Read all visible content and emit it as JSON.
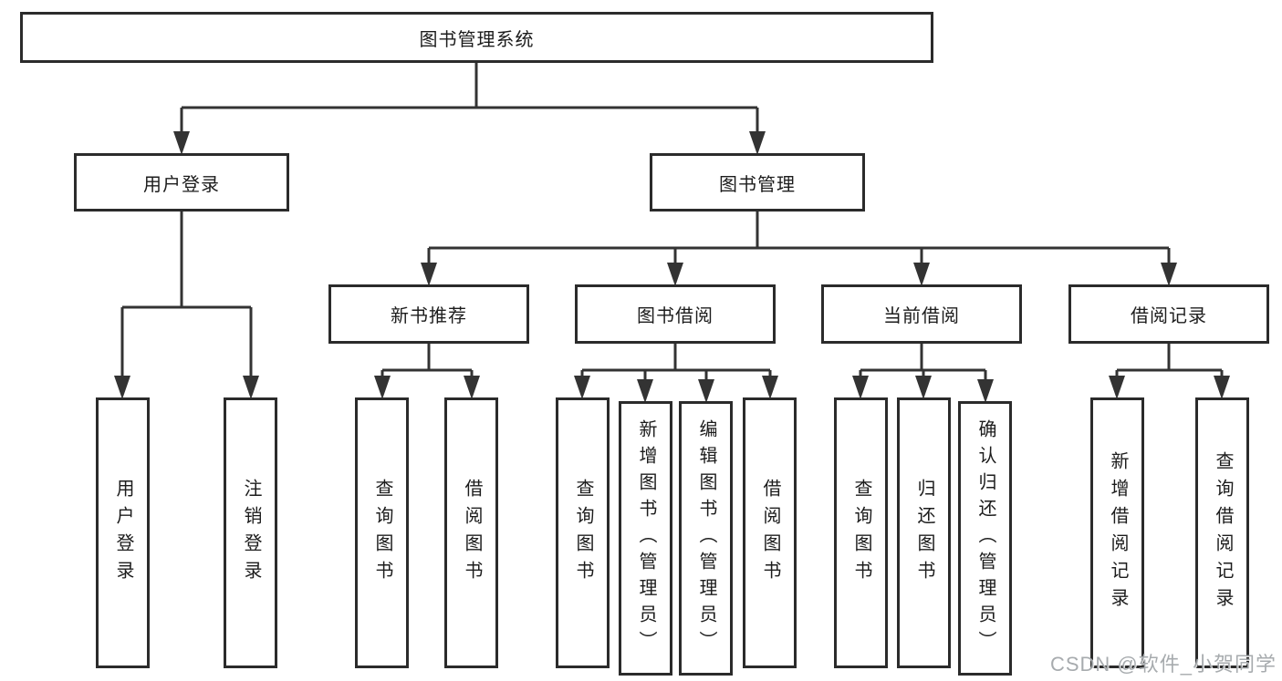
{
  "diagram": {
    "root": {
      "label": "图书管理系统"
    },
    "branches": [
      {
        "label": "用户登录",
        "leaves": [
          {
            "label": "用户登录"
          },
          {
            "label": "注销登录"
          }
        ]
      },
      {
        "label": "图书管理",
        "groups": [
          {
            "label": "新书推荐",
            "leaves": [
              {
                "label": "查询图书"
              },
              {
                "label": "借阅图书"
              }
            ]
          },
          {
            "label": "图书借阅",
            "leaves": [
              {
                "label": "查询图书"
              },
              {
                "label": "新增图书（管理员）"
              },
              {
                "label": "编辑图书（管理员）"
              },
              {
                "label": "借阅图书"
              }
            ]
          },
          {
            "label": "当前借阅",
            "leaves": [
              {
                "label": "查询图书"
              },
              {
                "label": "归还图书"
              },
              {
                "label": "确认归还（管理员）"
              }
            ]
          },
          {
            "label": "借阅记录",
            "leaves": [
              {
                "label": "新增借阅记录"
              },
              {
                "label": "查询借阅记录"
              }
            ]
          }
        ]
      }
    ]
  },
  "watermark": {
    "text": "CSDN @软件_小贺同学"
  },
  "colors": {
    "line": "#333333",
    "box_border": "#2b2b2b",
    "text": "#1c1c1c",
    "background": "#ffffff",
    "watermark": "#a2a6aa"
  }
}
